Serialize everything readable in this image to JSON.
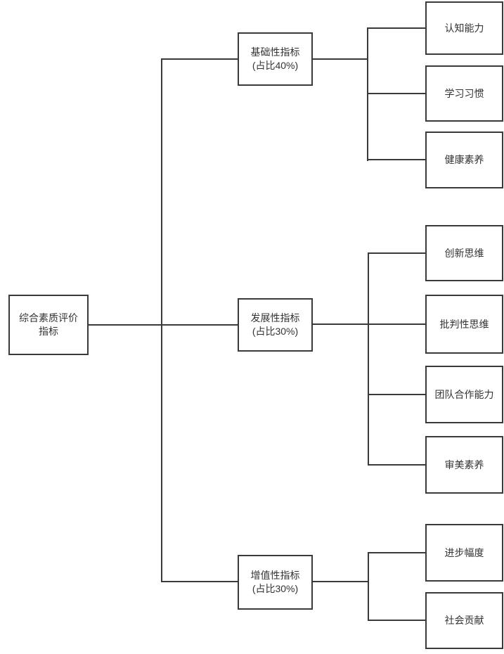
{
  "diagram": {
    "type": "tree",
    "orientation": "left-to-right",
    "root": {
      "label": "综合素质评价指标",
      "line1": "综合素质评价",
      "line2": "指标"
    },
    "branches": [
      {
        "label": "基础性指标 (占比40%)",
        "line1": "基础性指标",
        "line2": "(占比40%)",
        "weight": "40%",
        "children": [
          "认知能力",
          "学习习惯",
          "健康素养"
        ]
      },
      {
        "label": "发展性指标 (占比30%)",
        "line1": "发展性指标",
        "line2": "(占比30%)",
        "weight": "30%",
        "children": [
          "创新思维",
          "批判性思维",
          "团队合作能力",
          "审美素养"
        ]
      },
      {
        "label": "增值性指标 (占比30%)",
        "line1": "增值性指标",
        "line2": "(占比30%)",
        "weight": "30%",
        "children": [
          "进步幅度",
          "社会贡献"
        ]
      }
    ],
    "colors": {
      "line": "#3a3a3a",
      "box_border": "#3a3a3a",
      "box_background": "#ffffff",
      "text": "#333333",
      "page_background": "#ffffff"
    }
  }
}
